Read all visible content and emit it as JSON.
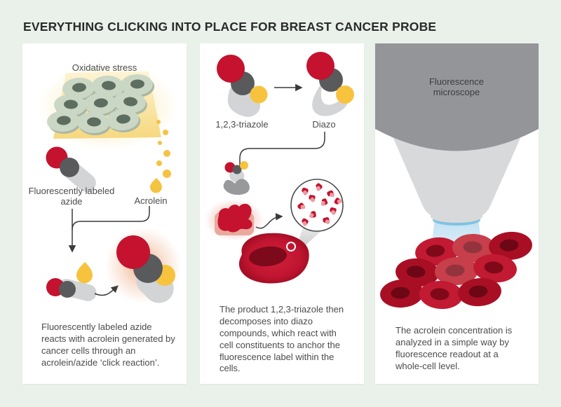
{
  "title": "EVERYTHING CLICKING INTO PLACE FOR BREAST CANCER PROBE",
  "palette": {
    "background": "#eaf1ea",
    "card": "#ffffff",
    "red": "#c4122f",
    "dark_red_nucleus": "#7c0a1b",
    "yellow": "#f7c33e",
    "dark_gray": "#595a5c",
    "light_gray": "#d2d4d5",
    "microscope_head": "#939598",
    "microscope_cone": "#d8d9da",
    "beam_blue": "#7fc2e2",
    "cell_green": "#cbd7c5",
    "cell_nucleus_green": "#5d6e60",
    "slab_yellow": "#f6d87e",
    "text": "#4a4b4c"
  },
  "panel1": {
    "label_oxidative_stress": "Oxidative stress",
    "label_azide": "Fluorescently labeled azide",
    "label_acrolein": "Acrolein",
    "caption": "Fluorescently labeled azide reacts with acrolein generated by cancer cells through an acrolein/azide ‘click reaction’."
  },
  "panel2": {
    "label_triazole": "1,2,3-triazole",
    "label_diazo": "Diazo",
    "caption": "The product 1,2,3-triazole then decomposes into diazo compounds, which react with cell constituents to anchor the fluorescence label within the cells."
  },
  "panel3": {
    "label_microscope": "Fluorescence microscope",
    "caption": "The acrolein concentration is analyzed in a simple way by fluorescence readout at a whole-cell level."
  }
}
